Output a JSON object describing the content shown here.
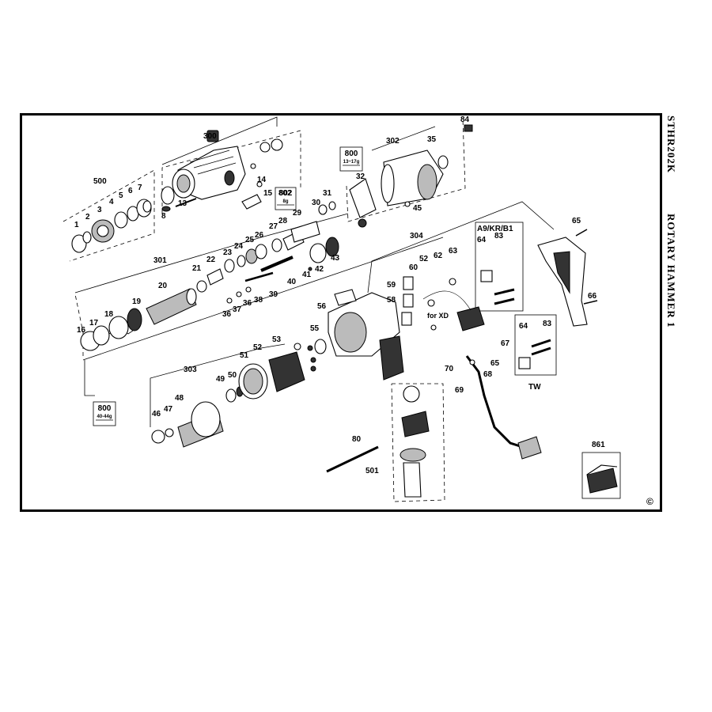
{
  "title": "STHR202K",
  "subtitle": "ROTARY HAMMER 1",
  "copyright_symbol": "©",
  "variant_labels": {
    "region": "A9/KR/B1",
    "tw": "TW",
    "for_xd": "for XD"
  },
  "grease_boxes": [
    {
      "code": "800",
      "amount": "13~17g"
    },
    {
      "code": "802",
      "amount": "8g"
    },
    {
      "code": "800",
      "amount": "40-44g"
    }
  ],
  "part_numbers": {
    "p300": "300",
    "p500": "500",
    "p1": "1",
    "p2": "2",
    "p3": "3",
    "p4": "4",
    "p5": "5",
    "p6": "6",
    "p7": "7",
    "p8": "8",
    "p13": "13",
    "p14": "14",
    "p15": "15",
    "p802": "802",
    "p31": "31",
    "p30": "30",
    "p29": "29",
    "p27": "27",
    "p28": "28",
    "p26": "26",
    "p25": "25",
    "p24": "24",
    "p23": "23",
    "p22": "22",
    "p21": "21",
    "p301": "301",
    "p20": "20",
    "p19": "19",
    "p18": "18",
    "p17": "17",
    "p16": "16",
    "p40": "40",
    "p41": "41",
    "p42": "42",
    "p43": "43",
    "p39": "39",
    "p38": "38",
    "p36": "36",
    "p37": "37",
    "p36b": "36",
    "p302": "302",
    "p35": "35",
    "p84": "84",
    "p32": "32",
    "p45": "45",
    "p304": "304",
    "p52": "52",
    "p62": "62",
    "p63": "63",
    "p60": "60",
    "p59": "59",
    "p58": "58",
    "p56": "56",
    "p55": "55",
    "p303": "303",
    "p53": "53",
    "p51": "51",
    "p52b": "52",
    "p50": "50",
    "p49": "49",
    "p48": "48",
    "p47": "47",
    "p46": "46",
    "p65": "65",
    "p66": "66",
    "p64": "64",
    "p83": "83",
    "p64b": "64",
    "p83b": "83",
    "p67": "67",
    "p70": "70",
    "p65b": "65",
    "p68": "68",
    "p69": "69",
    "p80": "80",
    "p501": "501",
    "p861": "861"
  }
}
